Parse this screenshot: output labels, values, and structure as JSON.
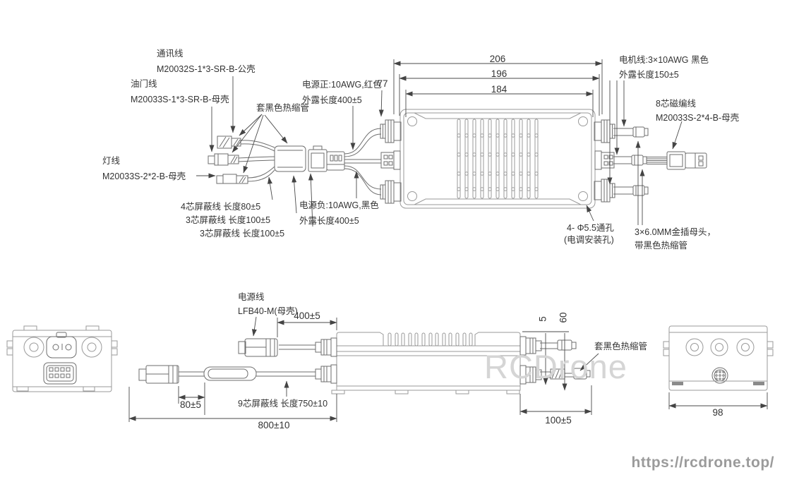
{
  "colors": {
    "device_line": "#9a9a9a",
    "harness_line": "#6e6e6e",
    "dimension_line": "#4a4a4a",
    "text": "#333333",
    "watermark": "#d5d5d5",
    "url_text": "#9b9b9b"
  },
  "top_view": {
    "comm_line_name": "通讯线",
    "comm_line_part": "M20032S-1*3-SR-B-公壳",
    "throttle_line_name": "油门线",
    "throttle_line_part": "M20033S-1*3-SR-B-母壳",
    "light_line_name": "灯线",
    "light_line_part": "M20033S-2*2-B-母壳",
    "heat_shrink": "套黑色热缩管",
    "power_pos_line1": "电源正:10AWG,红色",
    "power_pos_line2": "外露长度400±5",
    "power_neg_line1": "电源负:10AWG,黑色",
    "power_neg_line2": "外露长度400±5",
    "shield_4core": "4芯屏蔽线  长度80±5",
    "shield_3core_a": "3芯屏蔽线  长度100±5",
    "shield_3core_b": "3芯屏蔽线 长度100±5",
    "motor_line_line1": "电机线:3×10AWG 黑色",
    "motor_line_line2": "外露长度150±5",
    "encoder_line_line1": "8芯磁编线",
    "encoder_line_line2": "M20033S-2*4-B-母壳",
    "mount_hole_line1": "4- Φ5.5通孔",
    "mount_hole_line2": "(电调安装孔)",
    "bullet_line1": "3×6.0MM金插母头，",
    "bullet_line2": "带黑色热缩管",
    "dim_206": "206",
    "dim_196": "196",
    "dim_184": "184",
    "dim_77": "77"
  },
  "side_view": {
    "power_cable_line1": "电源线",
    "power_cable_line2": "LFB40-M(母壳)",
    "dim_400": "400±5",
    "dim_80": "80±5",
    "shield_9core": "9芯屏蔽线  长度750±10",
    "dim_800": "800±10",
    "dim_100": "100±5",
    "dim_5": "5",
    "dim_60": "60",
    "heat_shrink": "套黑色热缩管",
    "dim_98": "98"
  },
  "watermark": {
    "brand": "RCDrone",
    "url": "https://rcdrone.top/"
  }
}
